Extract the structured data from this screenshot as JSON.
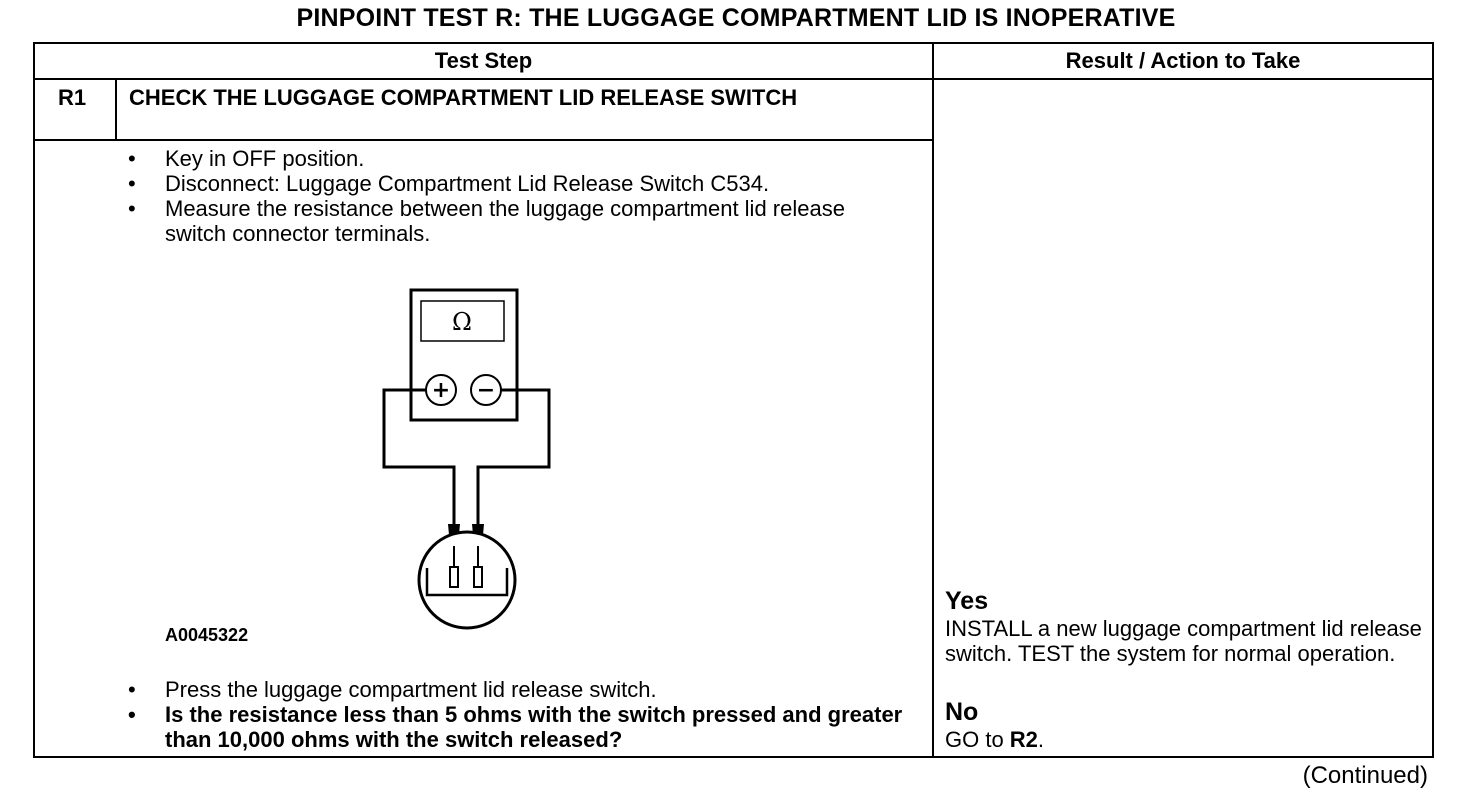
{
  "title": "PINPOINT TEST  R: THE LUGGAGE COMPARTMENT LID IS INOPERATIVE",
  "table": {
    "header_step": "Test Step",
    "header_result": "Result / Action to Take"
  },
  "step": {
    "id": "R1",
    "title": "CHECK THE LUGGAGE COMPARTMENT LID RELEASE SWITCH",
    "bullets_before": [
      "Key in OFF position.",
      "Disconnect: Luggage Compartment Lid Release Switch C534.",
      "Measure the resistance between the luggage compartment lid release switch connector terminals."
    ],
    "figure_id": "A0045322",
    "meter_symbol": "Ω",
    "probe_plus": "+",
    "probe_minus": "−",
    "bullets_after": [
      "Press the luggage compartment lid release switch.",
      "Is the resistance less than 5 ohms with the switch pressed and greater than 10,000 ohms with the switch released?"
    ],
    "bullet_char": "•"
  },
  "result": {
    "yes_label": "Yes",
    "yes_text": "INSTALL a new luggage compartment lid release switch. TEST the system for normal operation.",
    "no_label": "No",
    "no_text_prefix": "GO to ",
    "no_text_target": "R2",
    "no_text_suffix": "."
  },
  "footer": {
    "continued": "(Continued)"
  }
}
